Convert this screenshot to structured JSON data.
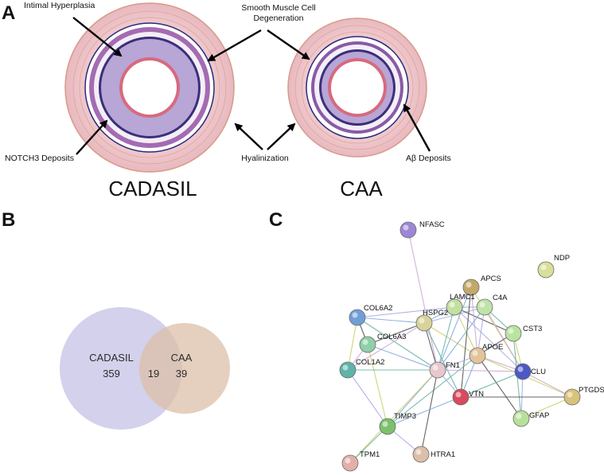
{
  "panels": {
    "a": "A",
    "b": "B",
    "c": "C"
  },
  "panel_a": {
    "callouts": {
      "intimal": "Intimal Hyperplasia",
      "smc_line1": "Smooth Muscle Cell",
      "smc_line2": "Degeneration",
      "notch3": "NOTCH3 Deposits",
      "hyalinization": "Hyalinization",
      "abeta": "Aβ Deposits"
    },
    "vessel_titles": {
      "cadasil": "CADASIL",
      "caa": "CAA"
    }
  },
  "panel_b": {
    "left_label": "CADASIL",
    "right_label": "CAA",
    "left_only": "359",
    "overlap": "19",
    "right_only": "39",
    "colors": {
      "left": "#c8c6e6",
      "right": "#dcbfa8"
    }
  },
  "panel_c": {
    "nodes": [
      {
        "id": "NFASC",
        "label": "NFASC",
        "color": "#9c86d6"
      },
      {
        "id": "NDP",
        "label": "NDP",
        "color": "#d9df9a"
      },
      {
        "id": "APCS",
        "label": "APCS",
        "color": "#c3a86a"
      },
      {
        "id": "LAMC1",
        "label": "LAMC1",
        "color": "#c2e0a0"
      },
      {
        "id": "C4A",
        "label": "C4A",
        "color": "#bfe3a8"
      },
      {
        "id": "COL6A2",
        "label": "COL6A2",
        "color": "#6f9fd6"
      },
      {
        "id": "HSPG2",
        "label": "HSPG2",
        "color": "#d6d49a"
      },
      {
        "id": "CST3",
        "label": "CST3",
        "color": "#b8e3a0"
      },
      {
        "id": "COL6A3",
        "label": "COL6A3",
        "color": "#8fd0a8"
      },
      {
        "id": "APOE",
        "label": "APOE",
        "color": "#e3c49a"
      },
      {
        "id": "COL1A2",
        "label": "COL1A2",
        "color": "#5fb3a8"
      },
      {
        "id": "FN1",
        "label": "FN1",
        "color": "#e8c8cc"
      },
      {
        "id": "CLU",
        "label": "CLU",
        "color": "#4d58c6"
      },
      {
        "id": "VTN",
        "label": "VTN",
        "color": "#d84a5e"
      },
      {
        "id": "PTGDS",
        "label": "PTGDS",
        "color": "#d9c27a"
      },
      {
        "id": "GFAP",
        "label": "GFAP",
        "color": "#b8e09a"
      },
      {
        "id": "TIMP3",
        "label": "TIMP3",
        "color": "#7ec06a"
      },
      {
        "id": "HTRA1",
        "label": "HTRA1",
        "color": "#dcbfa8"
      },
      {
        "id": "TPM1",
        "label": "TPM1",
        "color": "#e2b0a8"
      }
    ],
    "edges": [
      [
        "NFASC",
        "FN1"
      ],
      [
        "COL6A2",
        "HSPG2"
      ],
      [
        "COL6A2",
        "COL6A3"
      ],
      [
        "COL6A2",
        "COL1A2"
      ],
      [
        "COL6A2",
        "FN1"
      ],
      [
        "COL6A2",
        "LAMC1"
      ],
      [
        "COL6A3",
        "COL1A2"
      ],
      [
        "COL6A3",
        "FN1"
      ],
      [
        "COL6A3",
        "HSPG2"
      ],
      [
        "COL6A3",
        "TIMP3"
      ],
      [
        "COL1A2",
        "FN1"
      ],
      [
        "COL1A2",
        "TIMP3"
      ],
      [
        "COL1A2",
        "HSPG2"
      ],
      [
        "HSPG2",
        "LAMC1"
      ],
      [
        "HSPG2",
        "FN1"
      ],
      [
        "HSPG2",
        "APOE"
      ],
      [
        "HSPG2",
        "VTN"
      ],
      [
        "HSPG2",
        "C4A"
      ],
      [
        "LAMC1",
        "APCS"
      ],
      [
        "LAMC1",
        "C4A"
      ],
      [
        "LAMC1",
        "CST3"
      ],
      [
        "LAMC1",
        "APOE"
      ],
      [
        "LAMC1",
        "FN1"
      ],
      [
        "LAMC1",
        "CLU"
      ],
      [
        "APCS",
        "APOE"
      ],
      [
        "APCS",
        "FN1"
      ],
      [
        "APCS",
        "VTN"
      ],
      [
        "APCS",
        "CLU"
      ],
      [
        "C4A",
        "CST3"
      ],
      [
        "C4A",
        "APOE"
      ],
      [
        "C4A",
        "CLU"
      ],
      [
        "C4A",
        "FN1"
      ],
      [
        "CST3",
        "APOE"
      ],
      [
        "CST3",
        "CLU"
      ],
      [
        "CST3",
        "GFAP"
      ],
      [
        "APOE",
        "FN1"
      ],
      [
        "APOE",
        "CLU"
      ],
      [
        "APOE",
        "VTN"
      ],
      [
        "APOE",
        "GFAP"
      ],
      [
        "APOE",
        "PTGDS"
      ],
      [
        "APOE",
        "TIMP3"
      ],
      [
        "FN1",
        "VTN"
      ],
      [
        "FN1",
        "CLU"
      ],
      [
        "FN1",
        "TIMP3"
      ],
      [
        "FN1",
        "HTRA1"
      ],
      [
        "FN1",
        "TPM1"
      ],
      [
        "CLU",
        "VTN"
      ],
      [
        "CLU",
        "GFAP"
      ],
      [
        "CLU",
        "PTGDS"
      ],
      [
        "VTN",
        "TIMP3"
      ],
      [
        "VTN",
        "PTGDS"
      ],
      [
        "GFAP",
        "PTGDS"
      ],
      [
        "TIMP3",
        "TPM1"
      ],
      [
        "TIMP3",
        "HTRA1"
      ]
    ]
  }
}
